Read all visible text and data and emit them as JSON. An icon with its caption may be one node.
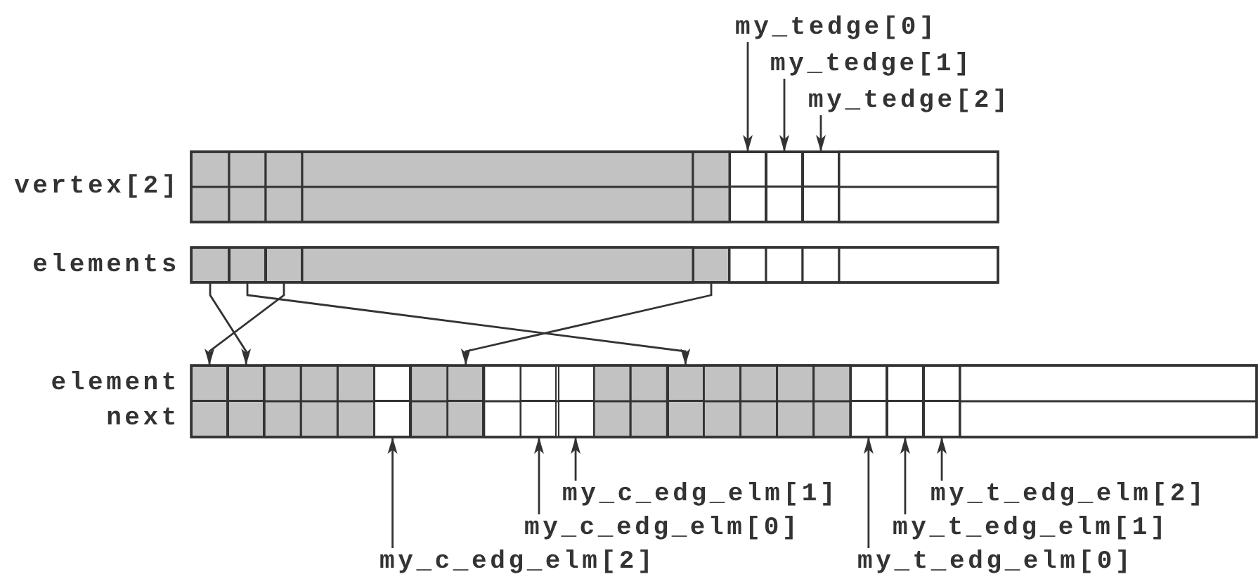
{
  "diagram": {
    "nodes": [
      {
        "text": [
          "vertex[2]"
        ]
      },
      {
        "text": [
          "elements"
        ]
      },
      {
        "text": [
          "element",
          "next"
        ]
      },
      {
        "text": [
          "my_tedge[0]"
        ]
      },
      {
        "text": [
          "my_tedge[1]"
        ]
      },
      {
        "text": [
          "my_tedge[2]"
        ]
      },
      {
        "text": [],
        "shape": "box",
        "in": 0
      },
      {
        "text": [],
        "shape": "box",
        "in": 0
      },
      {
        "text": [],
        "shape": "box",
        "in": 0
      },
      {
        "text": [],
        "shape": "box",
        "in": 1
      },
      {
        "text": [],
        "shape": "box",
        "in": 1
      },
      {
        "text": [],
        "shape": "box",
        "in": 1
      },
      {
        "text": [],
        "shape": "box",
        "in": 1
      },
      {
        "text": [],
        "shape": "box",
        "in": 2
      },
      {
        "text": [],
        "shape": "box",
        "in": 2
      },
      {
        "text": [],
        "shape": "box",
        "in": 2
      },
      {
        "text": [],
        "shape": "box",
        "in": 2
      },
      {
        "text": [],
        "shape": "box",
        "in": 2
      },
      {
        "text": [],
        "shape": "box",
        "in": 2
      },
      {
        "text": [],
        "shape": "box",
        "in": 2
      },
      {
        "text": [],
        "shape": "box",
        "in": 2
      },
      {
        "text": [],
        "shape": "box",
        "in": 2
      },
      {
        "text": [],
        "shape": "box",
        "in": 2
      },
      {
        "text": [
          "my_c_edg_elm[1]"
        ]
      },
      {
        "text": [
          "my_c_edg_elm[0]"
        ]
      },
      {
        "text": [
          "my_c_edg_elm[2]"
        ]
      },
      {
        "text": [
          "my_t_edg_elm[2]"
        ]
      },
      {
        "text": [
          "my_t_edg_elm[1]"
        ]
      },
      {
        "text": [
          "my_t_edg_elm[0]"
        ]
      }
    ],
    "edges": [
      {
        "from": 3,
        "to": 6,
        "arrow": "to"
      },
      {
        "from": 4,
        "to": 7,
        "arrow": "to"
      },
      {
        "from": 5,
        "to": 8,
        "arrow": "to"
      },
      {
        "from": 9,
        "to": 14,
        "arrow": "to"
      },
      {
        "from": 10,
        "to": 19,
        "arrow": "to"
      },
      {
        "from": 11,
        "to": 13,
        "arrow": "to"
      },
      {
        "from": 12,
        "to": 16,
        "arrow": "to"
      },
      {
        "from": 25,
        "to": 15,
        "arrow": "to"
      },
      {
        "from": 24,
        "to": 17,
        "arrow": "to"
      },
      {
        "from": 23,
        "to": 18,
        "arrow": "to"
      },
      {
        "from": 28,
        "to": 20,
        "arrow": "to"
      },
      {
        "from": 27,
        "to": 21,
        "arrow": "to"
      },
      {
        "from": 26,
        "to": 22,
        "arrow": "to"
      }
    ]
  }
}
